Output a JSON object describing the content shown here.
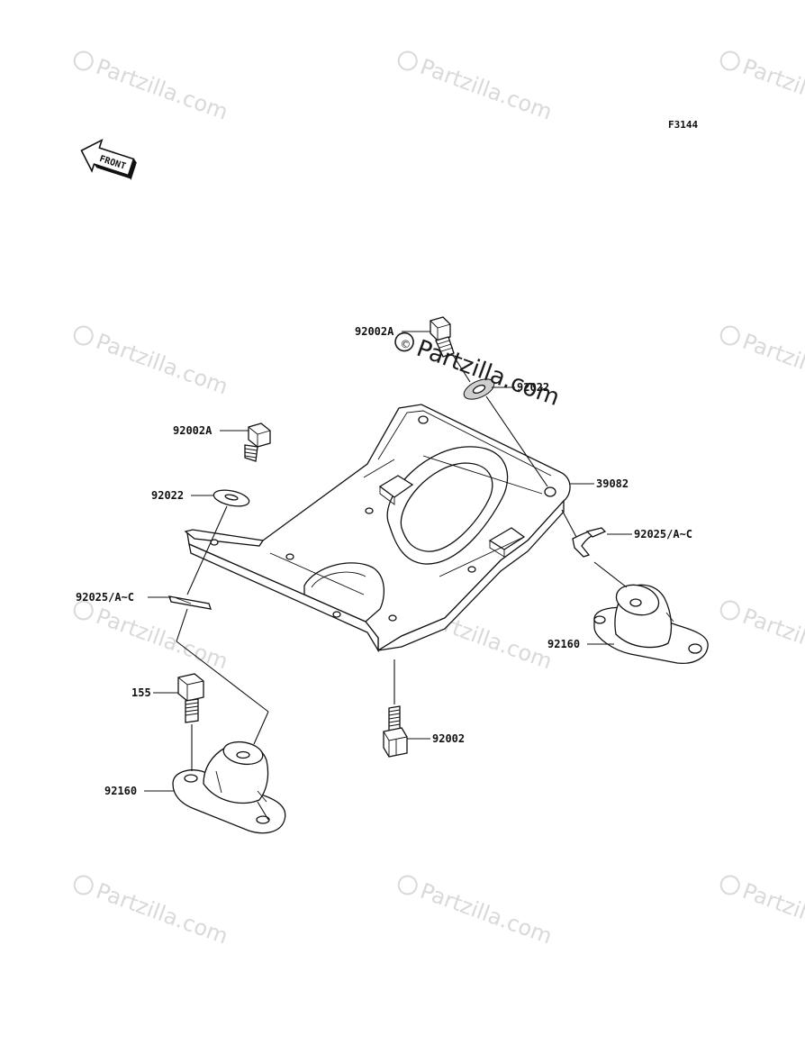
{
  "diagram_code": "F3144",
  "front_arrow_label": "FRONT",
  "watermark_text": "Partzilla.com",
  "watermark_center_text": "Partzilla.com",
  "callouts": {
    "bolt_top": "92002A",
    "washer_top": "92022",
    "bolt_left": "92002A",
    "washer_left": "92022",
    "plate": "39082",
    "clip_right": "92025/A~C",
    "clip_left": "92025/A~C",
    "mount_right": "92160",
    "bolt_155": "155",
    "bolt_bottom": "92002",
    "mount_left": "92160"
  }
}
